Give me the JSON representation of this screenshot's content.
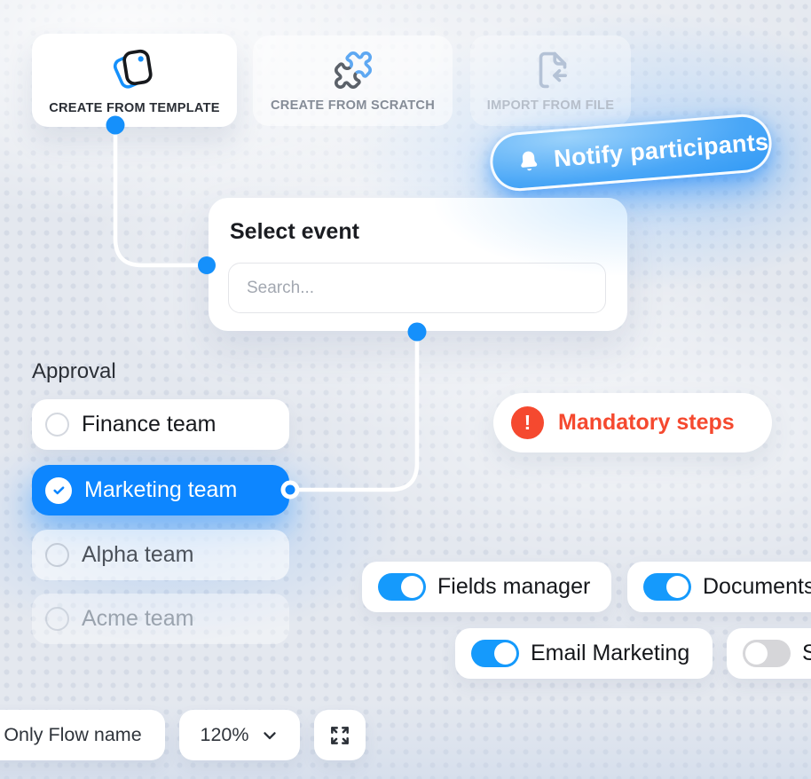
{
  "top_actions": [
    {
      "label": "CREATE FROM TEMPLATE",
      "state": "active"
    },
    {
      "label": "CREATE FROM SCRATCH",
      "state": "muted"
    },
    {
      "label": "IMPORT FROM FILE",
      "state": "disabled"
    }
  ],
  "notify_pill": {
    "label": "Notify participants"
  },
  "select_event": {
    "title": "Select event",
    "search_placeholder": "Search..."
  },
  "approval": {
    "title": "Approval",
    "options": [
      {
        "label": "Finance team",
        "state": "default"
      },
      {
        "label": "Marketing team",
        "state": "selected"
      },
      {
        "label": "Alpha team",
        "state": "muted"
      },
      {
        "label": "Acme team",
        "state": "disabled"
      }
    ]
  },
  "mandatory_pill": {
    "label": "Mandatory steps"
  },
  "feature_toggles": [
    {
      "label": "Fields manager",
      "state": "on"
    },
    {
      "label": "Documents",
      "state": "on"
    },
    {
      "label": "Email Marketing",
      "state": "on"
    },
    {
      "label": "S",
      "state": "off"
    }
  ],
  "bottom_bar": {
    "flow_name_label": "Only Flow name",
    "zoom_value": "120%"
  },
  "colors": {
    "accent_blue": "#0d86ff",
    "toggle_blue": "#159afc",
    "alert_red": "#f5492f",
    "background": "#e4e8ef",
    "connector": "#ffffff"
  }
}
